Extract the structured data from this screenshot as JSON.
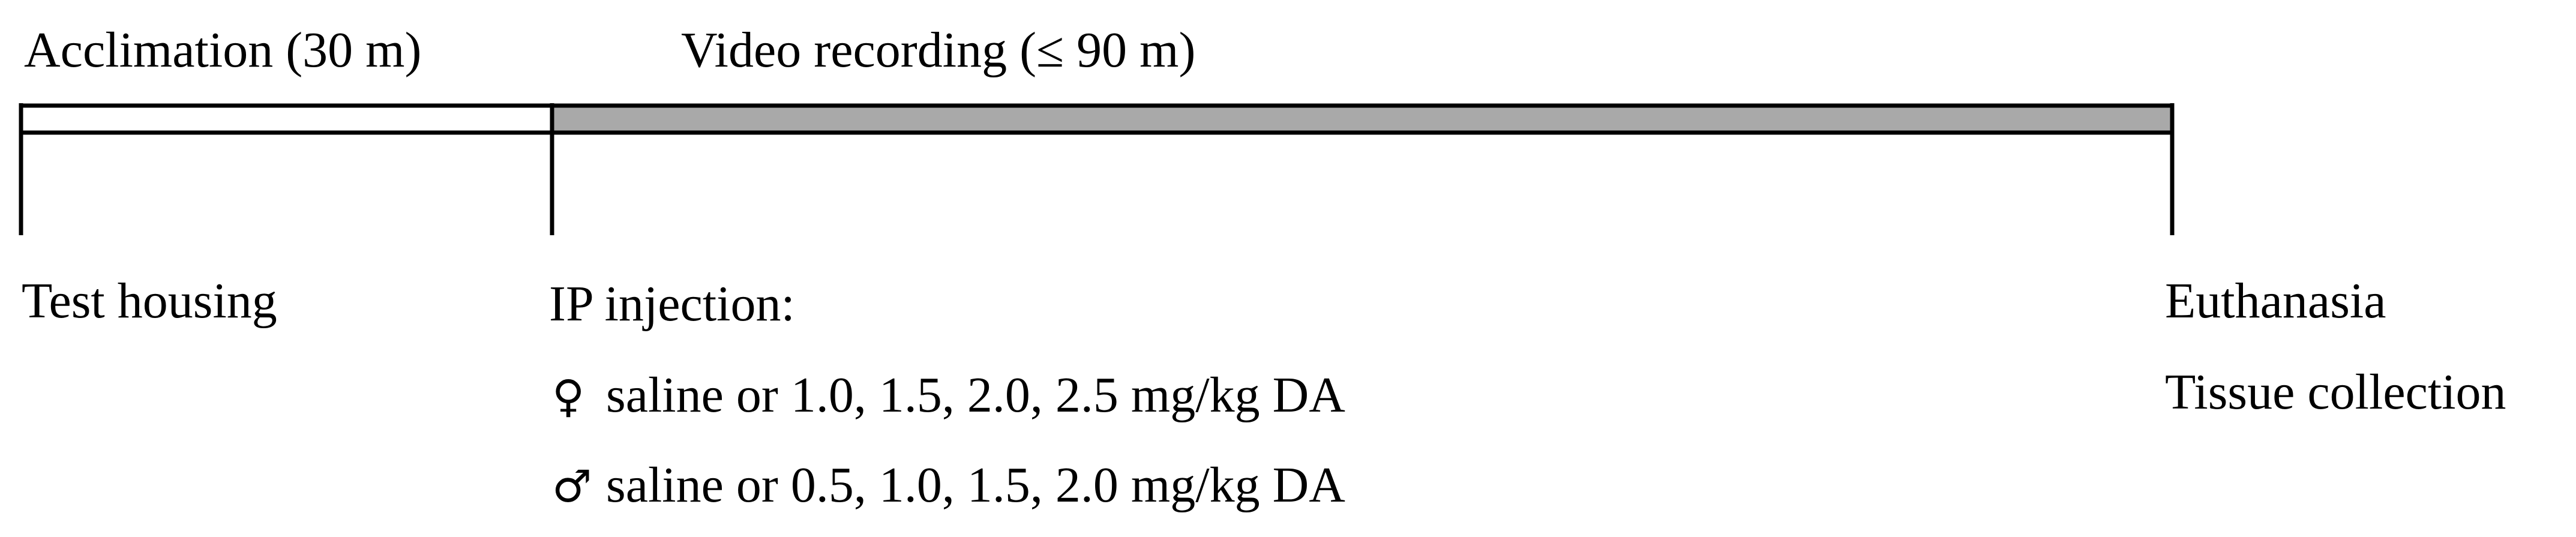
{
  "phases": {
    "acclimation": "Acclimation (30 m)",
    "recording": "Video recording (≤ 90 m)"
  },
  "colors": {
    "acclimation_fill": "#ffffff",
    "recording_fill": "#a9a9a9",
    "stroke": "#000000"
  },
  "events": {
    "start": "Test housing",
    "injection": {
      "title": "IP injection:",
      "female_symbol": "♀",
      "female_doses": "saline or 1.0, 1.5, 2.0, 2.5 mg/kg DA",
      "male_symbol": "♂",
      "male_doses": "saline or 0.5, 1.0, 1.5, 2.0 mg/kg DA"
    },
    "end": {
      "line1": "Euthanasia",
      "line2": "Tissue collection"
    }
  }
}
